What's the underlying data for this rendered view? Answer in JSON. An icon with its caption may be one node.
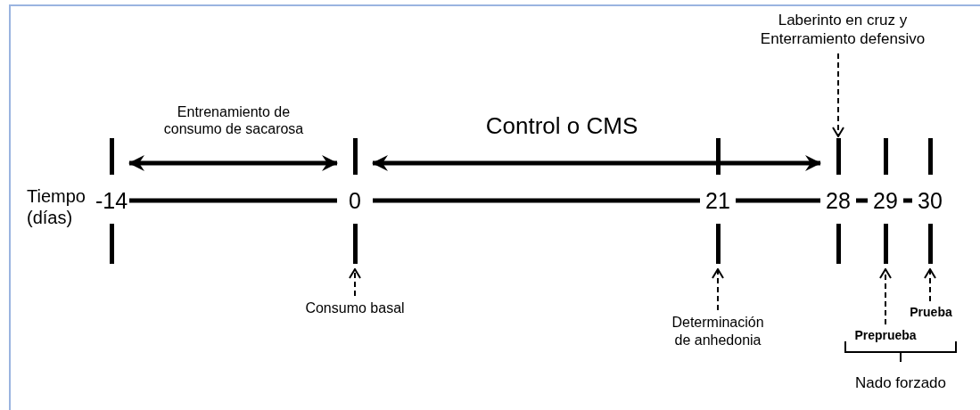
{
  "diagram": {
    "nodes": [
      {
        "text": [
          "Laberinto en cruz y Enterramiento defensivo"
        ]
      },
      {
        "text": [
          "-14"
        ]
      },
      {
        "text": [
          "0"
        ]
      },
      {
        "text": [
          "21"
        ]
      },
      {
        "text": [
          "28"
        ]
      },
      {
        "text": [
          "29"
        ]
      },
      {
        "text": [
          "30"
        ]
      },
      {
        "text": [
          "Consumo basal"
        ]
      },
      {
        "text": [
          "Prueba"
        ]
      },
      {
        "text": [
          "Determinación de anhedonia"
        ]
      },
      {
        "text": [
          "Preprueba"
        ]
      }
    ],
    "edges": [
      {
        "from": 1,
        "to": 2,
        "arrow": "both",
        "label": "Entrenamiento de consumo de sacarosa"
      },
      {
        "from": 2,
        "to": 4,
        "arrow": "both",
        "label": "Control o CMS"
      },
      {
        "from": 1,
        "to": 2,
        "arrow": "none"
      },
      {
        "from": 2,
        "to": 3,
        "arrow": "none"
      },
      {
        "from": 3,
        "to": 4,
        "arrow": "none"
      },
      {
        "from": 4,
        "to": 5,
        "arrow": "none"
      },
      {
        "from": 5,
        "to": 6,
        "arrow": "none"
      },
      {
        "from": 0,
        "to": 4,
        "arrow": "to",
        "style": "dashed"
      },
      {
        "from": 7,
        "to": 2,
        "arrow": "to",
        "style": "dashed"
      },
      {
        "from": 9,
        "to": 3,
        "arrow": "to",
        "style": "dashed"
      },
      {
        "from": 10,
        "to": 5,
        "arrow": "to",
        "style": "dashed"
      },
      {
        "from": 8,
        "to": 6,
        "arrow": "to",
        "style": "dashed"
      }
    ],
    "labels": [
      "Tiempo (días)",
      "Nado forzado"
    ]
  }
}
